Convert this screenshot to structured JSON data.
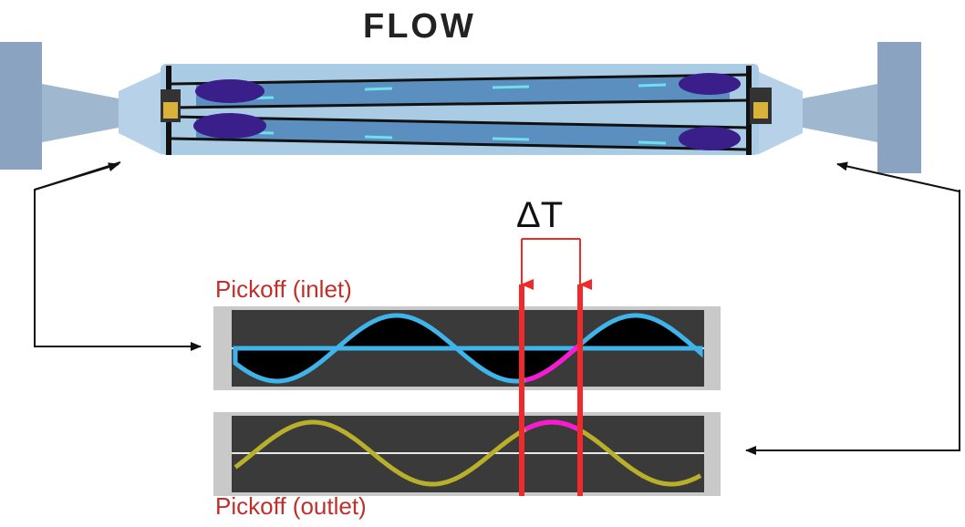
{
  "title": "FLOW",
  "delta_label": "ΔT",
  "pickoffs": {
    "inlet_label": "Pickoff (inlet)",
    "outlet_label": "Pickoff (outlet)"
  },
  "colors": {
    "inlet_wave": "#3fb4ea",
    "outlet_wave": "#b8b02a",
    "phase_highlight": "#ff17d6",
    "marker": "#ee2a2a",
    "tube_body": "#a9cbe4",
    "tube_fluid": "#5b8fc0",
    "end_blob": "#3a1f8a",
    "flange": "#8aa3c0",
    "label_red": "#c0302a"
  }
}
